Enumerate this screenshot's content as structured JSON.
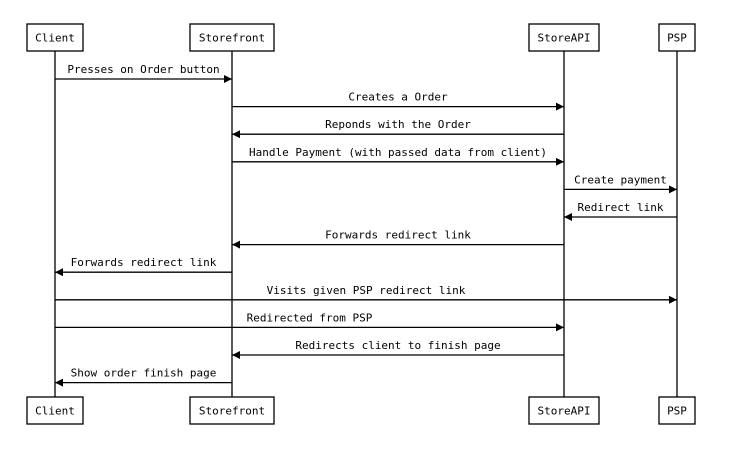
{
  "participants": [
    {
      "id": "client",
      "label": "Client"
    },
    {
      "id": "storefront",
      "label": "Storefront"
    },
    {
      "id": "storeapi",
      "label": "StoreAPI"
    },
    {
      "id": "psp",
      "label": "PSP"
    }
  ],
  "messages": [
    {
      "from": "client",
      "to": "storefront",
      "label": "Presses on Order button"
    },
    {
      "from": "storefront",
      "to": "storeapi",
      "label": "Creates a Order"
    },
    {
      "from": "storeapi",
      "to": "storefront",
      "label": "Reponds with the Order"
    },
    {
      "from": "storefront",
      "to": "storeapi",
      "label": "Handle Payment (with passed data from client)"
    },
    {
      "from": "storeapi",
      "to": "psp",
      "label": "Create payment"
    },
    {
      "from": "psp",
      "to": "storeapi",
      "label": "Redirect link"
    },
    {
      "from": "storeapi",
      "to": "storefront",
      "label": "Forwards redirect link"
    },
    {
      "from": "storefront",
      "to": "client",
      "label": "Forwards redirect link"
    },
    {
      "from": "client",
      "to": "psp",
      "label": "Visits given PSP redirect link"
    },
    {
      "from": "client",
      "to": "storeapi",
      "label": "Redirected from PSP"
    },
    {
      "from": "storeapi",
      "to": "storefront",
      "label": "Redirects client to finish page"
    },
    {
      "from": "storefront",
      "to": "client",
      "label": "Show order finish page"
    }
  ],
  "colors": {
    "line": "#000000",
    "box_fill": "#ffffff",
    "background": "#ffffff"
  }
}
